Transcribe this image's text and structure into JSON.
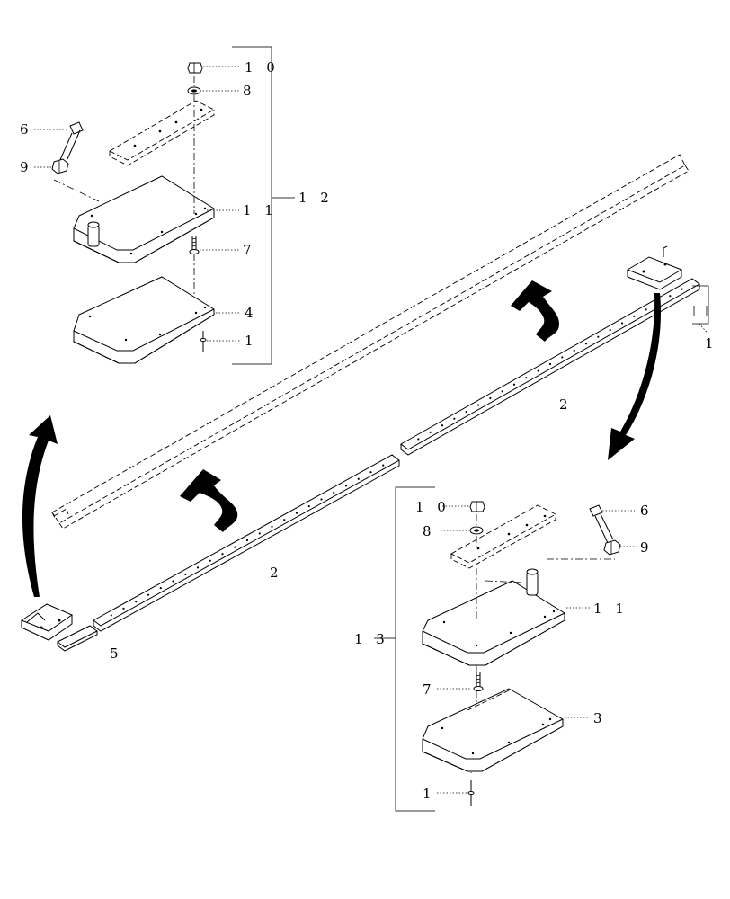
{
  "labels": {
    "top_10": "1 0",
    "top_8": "8",
    "top_6": "6",
    "top_9": "9",
    "top_11": "1 1",
    "top_12": "1 2",
    "top_7": "7",
    "top_4": "4",
    "top_1": "1",
    "right_1": "1",
    "strip_2_upper": "2",
    "strip_2_lower": "2",
    "part_5": "5",
    "bot_10": "1 0",
    "bot_8": "8",
    "bot_6": "6",
    "bot_9": "9",
    "bot_11": "1 1",
    "bot_13": "1 3",
    "bot_7": "7",
    "bot_3": "3",
    "bot_1": "1"
  }
}
